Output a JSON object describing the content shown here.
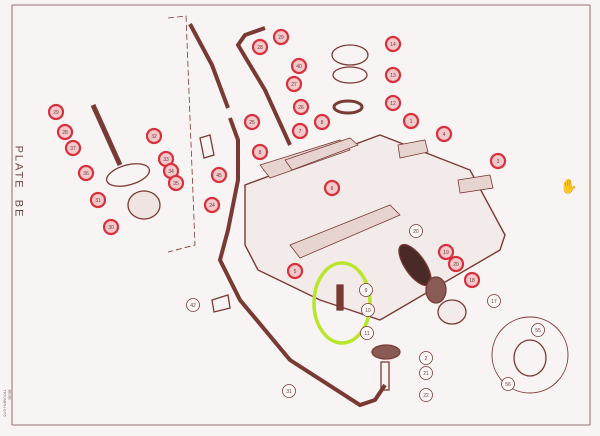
{
  "plate": {
    "title": "PLATE  BE",
    "code_line1": "BE3B",
    "code_line2": "TRIUMPH GT6"
  },
  "callouts": {
    "red": [
      "29",
      "28",
      "40",
      "27",
      "26",
      "25",
      "7",
      "8",
      "8",
      "6",
      "14",
      "13",
      "12",
      "1",
      "4",
      "3",
      "29",
      "28",
      "37",
      "36",
      "32",
      "33",
      "34",
      "35",
      "31",
      "30",
      "45",
      "24",
      "5",
      "19",
      "20",
      "18"
    ],
    "outline": [
      "20",
      "9",
      "10",
      "11",
      "17",
      "2",
      "21",
      "22",
      "31",
      "42",
      "55",
      "56"
    ]
  },
  "highlight": {
    "color": "#b8e62a"
  },
  "colors": {
    "callout_red": "#d8303c",
    "line": "#7a3a34"
  },
  "cursor": {
    "icon": "hand-grab-icon"
  }
}
